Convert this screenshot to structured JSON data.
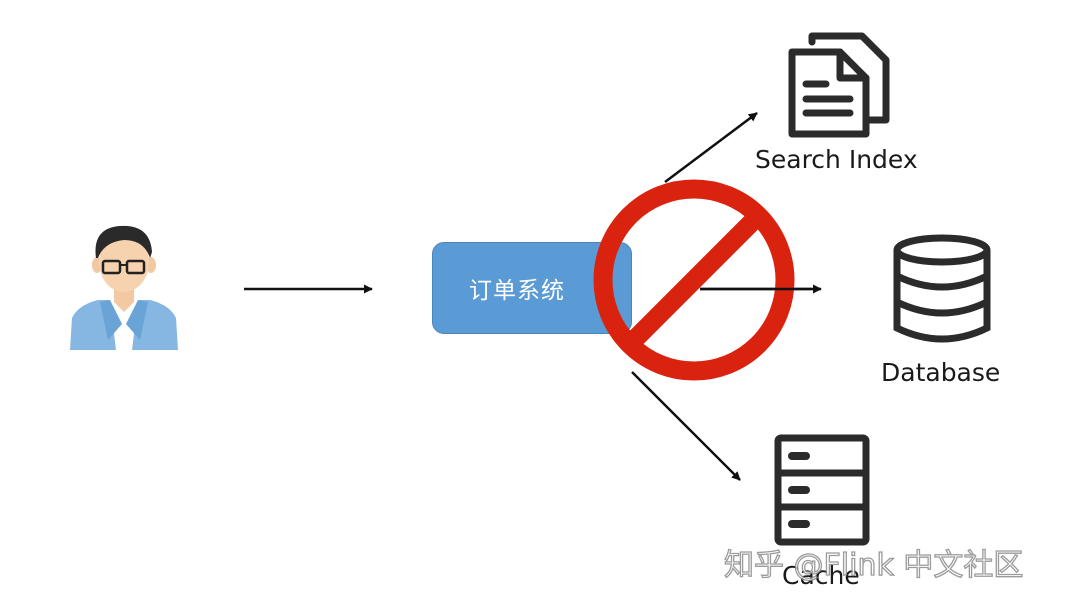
{
  "diagram": {
    "order_system_label": "订单系统",
    "targets": {
      "search_index": "Search Index",
      "database": "Database",
      "cache": "Cache"
    },
    "watermark": "知乎 @Flink 中文社区",
    "colors": {
      "box_fill": "#5b9bd5",
      "prohibition_red": "#d9230f",
      "icon_stroke": "#2b2b2b",
      "avatar_jacket": "#86b7e3"
    },
    "icons": [
      "user-avatar-icon",
      "documents-icon",
      "database-icon",
      "server-icon",
      "prohibition-icon"
    ]
  }
}
